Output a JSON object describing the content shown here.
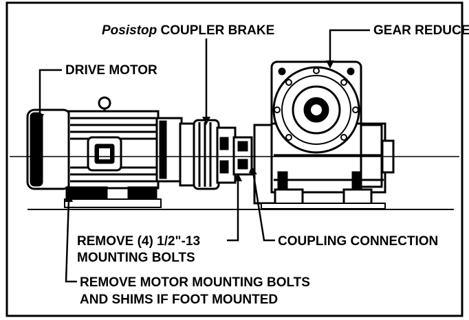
{
  "labels": {
    "coupler_brake_prefix": "Posistop",
    "coupler_brake_suffix": " COUPLER BRAKE",
    "gear_reducer": "GEAR REDUCER",
    "drive_motor": "DRIVE MOTOR",
    "remove_bolts_line1": "REMOVE (4) 1/2\"-13",
    "remove_bolts_line2": "MOUNTING BOLTS",
    "coupling_connection": "COUPLING CONNECTION",
    "remove_motor_line1": "REMOVE MOTOR MOUNTING BOLTS",
    "remove_motor_line2": "AND SHIMS IF FOOT MOUNTED"
  },
  "colors": {
    "ink": "#000000",
    "paper": "#ffffff"
  }
}
